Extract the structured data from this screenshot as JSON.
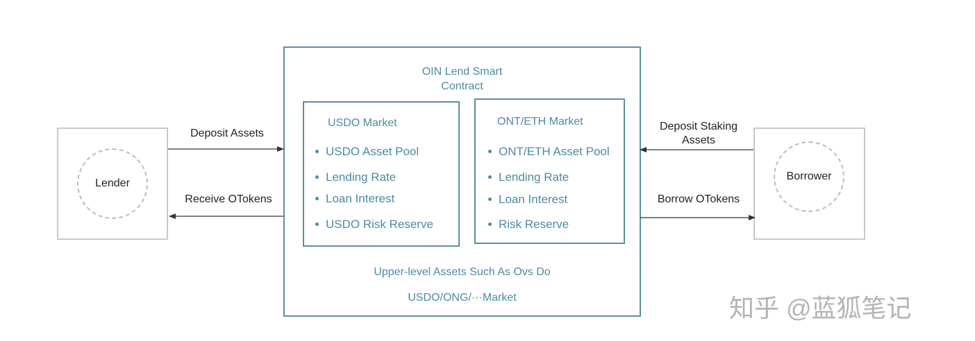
{
  "lender": {
    "label": "Lender"
  },
  "borrower": {
    "label": "Borrower"
  },
  "contract": {
    "title_line1": "OIN Lend Smart",
    "title_line2": "Contract",
    "footer_line1": "Upper-level Assets Such As Ovs Do",
    "footer_line2": "USDO/ONG/···Market"
  },
  "usdo_market": {
    "title": "USDO Market",
    "items": [
      "USDO Asset Pool",
      "Lending Rate",
      "Loan Interest",
      "USDO Risk Reserve"
    ]
  },
  "ont_market": {
    "title": "ONT/ETH Market",
    "items": [
      "ONT/ETH Asset Pool",
      "Lending Rate",
      "Loan Interest",
      "Risk Reserve"
    ]
  },
  "flows": {
    "deposit_assets": "Deposit Assets",
    "receive_otokens": "Receive OTokens",
    "deposit_staking_line1": "Deposit Staking",
    "deposit_staking_line2": "Assets",
    "borrow_otokens": "Borrow OTokens"
  },
  "watermark": {
    "text": "知乎 @蓝狐笔记"
  },
  "colors": {
    "teal": "#5a8f9c",
    "text_teal": "#4d8aa0",
    "gray_border": "#c8c8c8",
    "arrow": "#333333"
  }
}
